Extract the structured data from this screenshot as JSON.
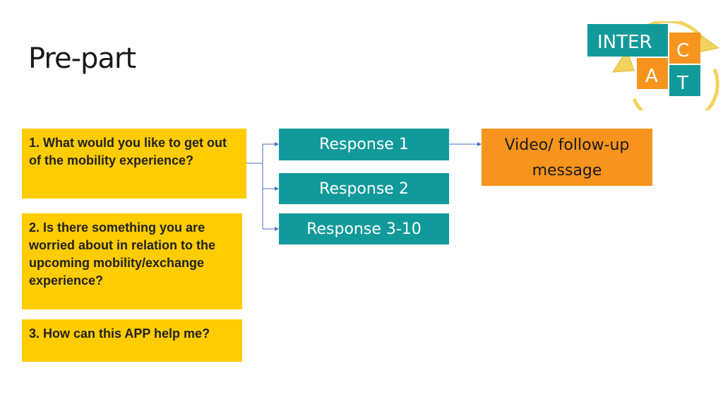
{
  "slide": {
    "title": "Pre-part"
  },
  "logo": {
    "word": "INTER",
    "letters": [
      "C",
      "A",
      "T"
    ],
    "colors": {
      "teal": "#129a9b",
      "orange": "#f7941d",
      "yellow": "#f3d35f"
    }
  },
  "questions": [
    "1. What would you like to get out of the mobility experience?",
    "2. Is there something you are worried about in relation to the upcoming mobility/exchange experience?",
    "3. How can this APP help me?"
  ],
  "responses": [
    "Response 1",
    "Response 2",
    "Response 3-10"
  ],
  "followup": {
    "label": "Video/ follow-up message"
  },
  "colors": {
    "question": "#ffcc00",
    "response": "#129a9b",
    "followup": "#f7941d",
    "connector": "#4472c4"
  }
}
